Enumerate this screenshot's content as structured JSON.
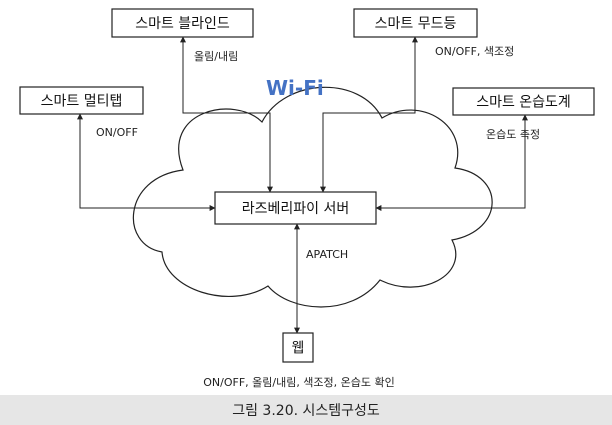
{
  "colors": {
    "wifi_text": "#4472c4",
    "line": "#222222",
    "box_border": "#222222",
    "caption_background": "#e6e6e6"
  },
  "nodes": {
    "smart_multitap": "스마트 멀티탭",
    "smart_blind": "스마트 블라인드",
    "smart_light": "스마트 무드등",
    "smart_thermohygrometer": "스마트 온습도계",
    "raspberry_pi_server": "라즈베리파이 서버",
    "web": "웹"
  },
  "network_label": "Wi-Fi",
  "edges": {
    "multitap": "ON/OFF",
    "blind": "올림/내림",
    "light": "ON/OFF, 색조정",
    "thermohygrometer": "온습도 측정",
    "web_link": "APATCH",
    "web_functions": "ON/OFF, 올림/내림, 색조정, 온습도 확인"
  },
  "caption": "그림 3.20. 시스템구성도"
}
